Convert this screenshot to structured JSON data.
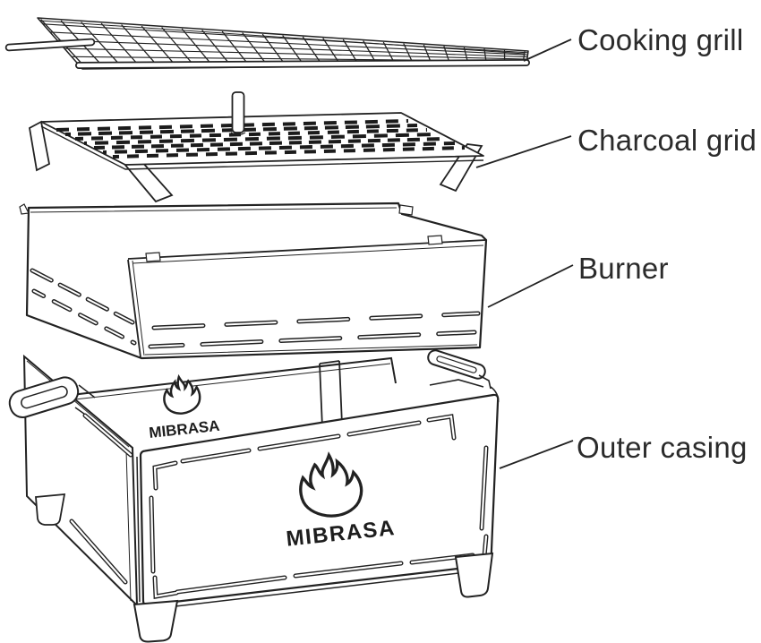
{
  "diagram": {
    "type": "exploded-view",
    "line_color": "#222222",
    "label_color": "#2b2b2b",
    "background_color": "#ffffff",
    "brand_front": "MIBRASA",
    "brand_back_mirrored": "MIBRASA",
    "parts": [
      {
        "id": "cooking-grill",
        "label": "Cooking grill"
      },
      {
        "id": "charcoal-grid",
        "label": "Charcoal grid"
      },
      {
        "id": "burner",
        "label": "Burner"
      },
      {
        "id": "outer-casing",
        "label": "Outer casing"
      }
    ]
  }
}
